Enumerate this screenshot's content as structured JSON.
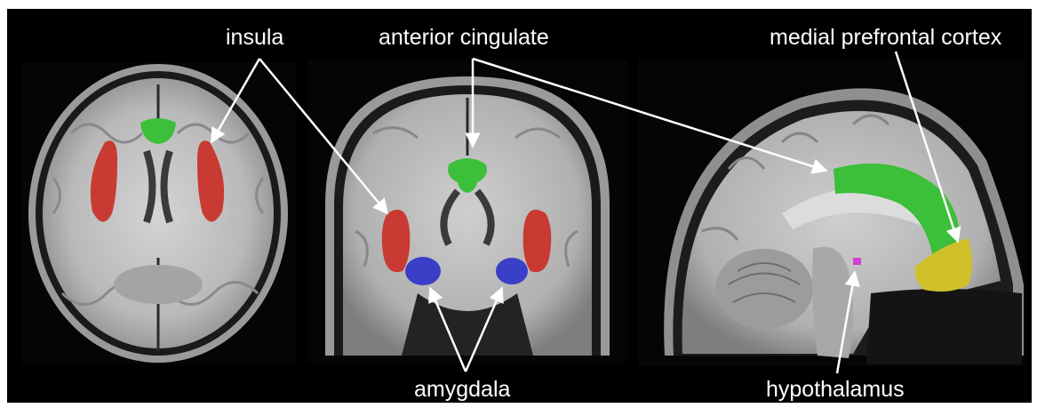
{
  "labels": {
    "insula": "insula",
    "anterior_cingulate": "anterior cingulate",
    "medial_prefrontal_cortex": "medial prefrontal cortex",
    "amygdala": "amygdala",
    "hypothalamus": "hypothalamus"
  },
  "colors": {
    "background": "#000000",
    "insula": "#c83a32",
    "anterior_cingulate": "#3cbf3a",
    "medial_prefrontal_cortex": "#3cbf3a",
    "amygdala": "#3a3fc8",
    "hypothalamus": "#d23fd2",
    "label_text": "#ffffff",
    "arrow": "#ffffff"
  }
}
